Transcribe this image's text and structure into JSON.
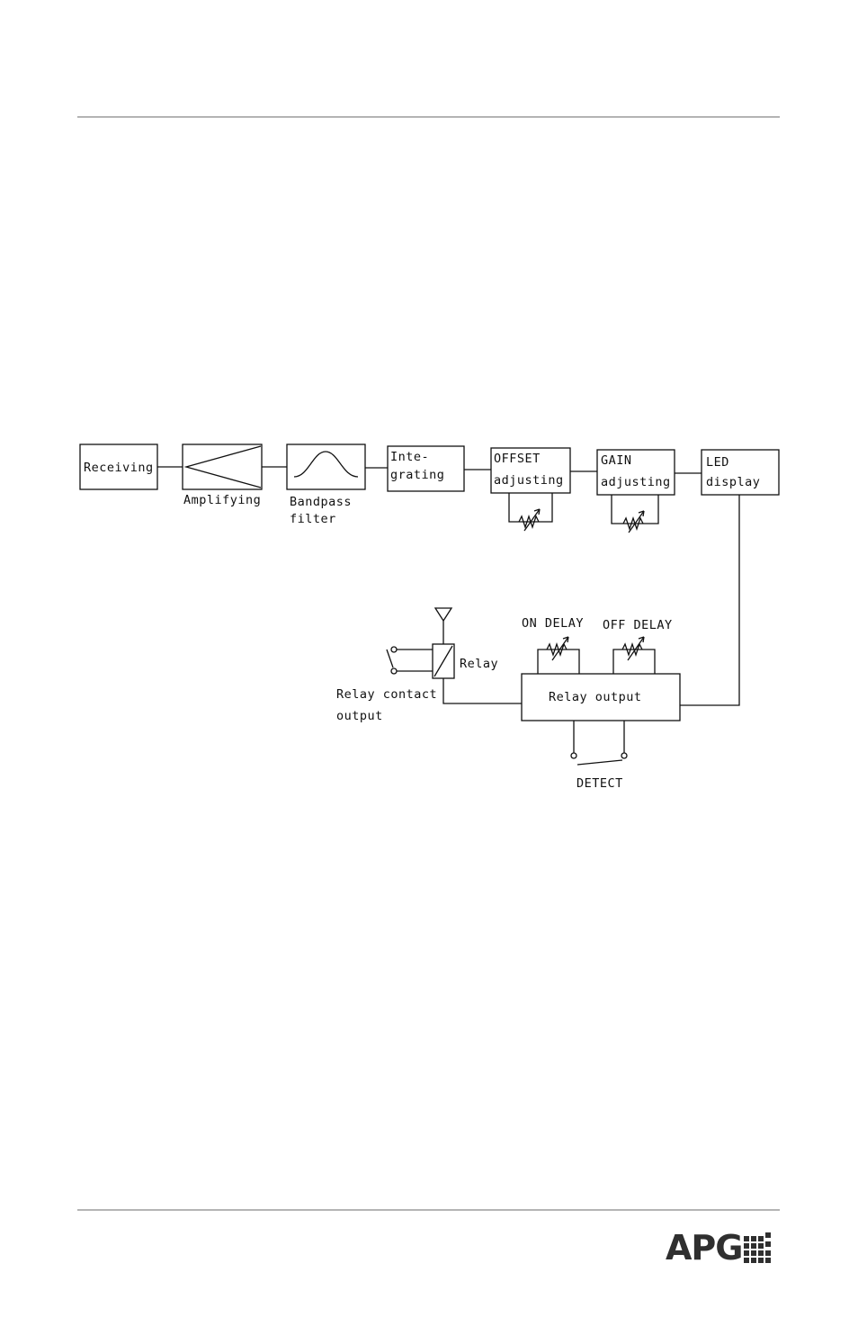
{
  "diagram": {
    "blocks": {
      "receiving": "Receiving",
      "amplifying": "Amplifying",
      "bandpass": [
        "Bandpass",
        "filter"
      ],
      "integrating": [
        "Inte-",
        "grating"
      ],
      "offset": [
        "OFFSET",
        "adjusting"
      ],
      "gain": [
        "GAIN",
        "adjusting"
      ],
      "led": [
        "LED",
        "display"
      ],
      "relay_output": "Relay output"
    },
    "labels": {
      "on_delay": "ON DELAY",
      "off_delay": "OFF DELAY",
      "relay": "Relay",
      "relay_contact": [
        "Relay contact",
        "output"
      ],
      "detect": "DETECT"
    }
  },
  "footer": {
    "logo": "APG"
  }
}
